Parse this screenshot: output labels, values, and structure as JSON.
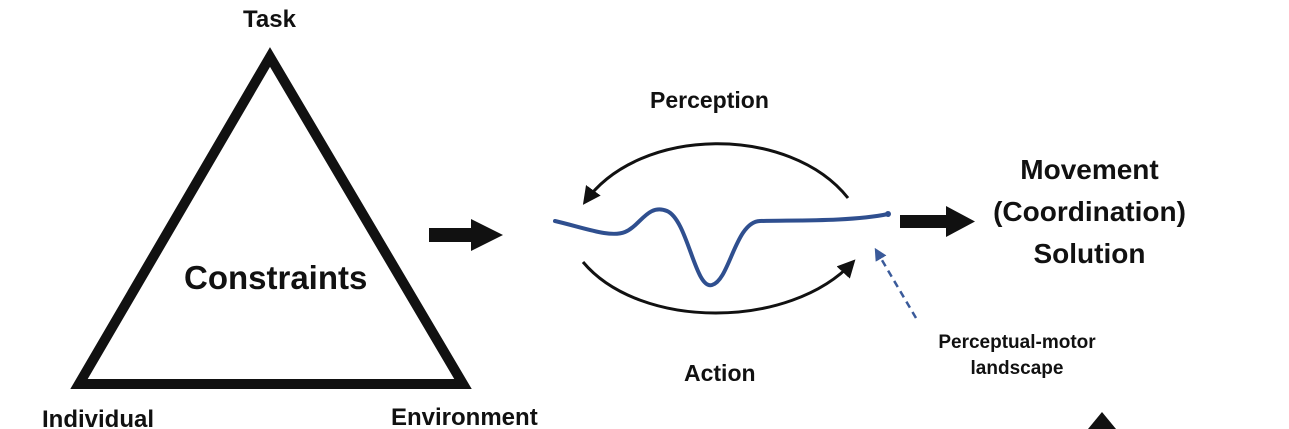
{
  "constraints": {
    "center_label": "Constraints",
    "task_label": "Task",
    "individual_label": "Individual",
    "environment_label": "Environment"
  },
  "loop": {
    "perception_label": "Perception",
    "action_label": "Action"
  },
  "landscape": {
    "line1": "Perceptual-motor",
    "line2": "landscape"
  },
  "solution": {
    "line1": "Movement",
    "line2": "(Coordination)",
    "line3": "Solution"
  },
  "colors": {
    "ink": "#111111",
    "curve": "#2f4f8f",
    "dashed_arrow": "#3a5a9a"
  }
}
